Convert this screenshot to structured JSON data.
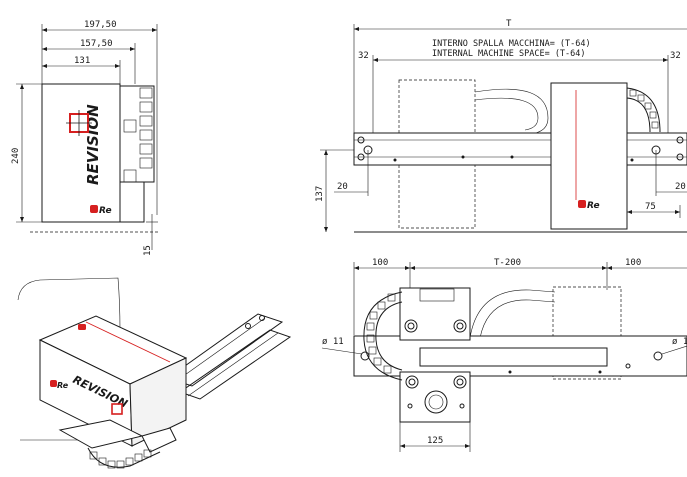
{
  "brand": {
    "name_side": "REVISION",
    "name_iso": "REVISION",
    "logo_side": "Re",
    "logo_iso": "Re",
    "logo_front": "Re",
    "accent_color": "#d62020",
    "line_color": "#1a1a1a"
  },
  "side_view": {
    "dim_total_width": "197,50",
    "dim_mid_width": "157,50",
    "dim_body_width": "131",
    "dim_height": "240",
    "dim_gap": "15"
  },
  "front_view": {
    "dim_total": "T",
    "note_it": "INTERNO SPALLA MACCHINA= (T-64)",
    "note_en": "INTERNAL MACHINE SPACE= (T-64)",
    "dim_left_margin": "32",
    "dim_right_margin": "32",
    "dim_left_offset": "20",
    "dim_right_offset": "20",
    "dim_height": "137",
    "dim_carriage": "75"
  },
  "top_view": {
    "dim_left": "100",
    "dim_middle": "T-200",
    "dim_right": "100",
    "dim_hole_left": "ø 11",
    "dim_hole_right": "ø 1",
    "dim_base": "125"
  }
}
